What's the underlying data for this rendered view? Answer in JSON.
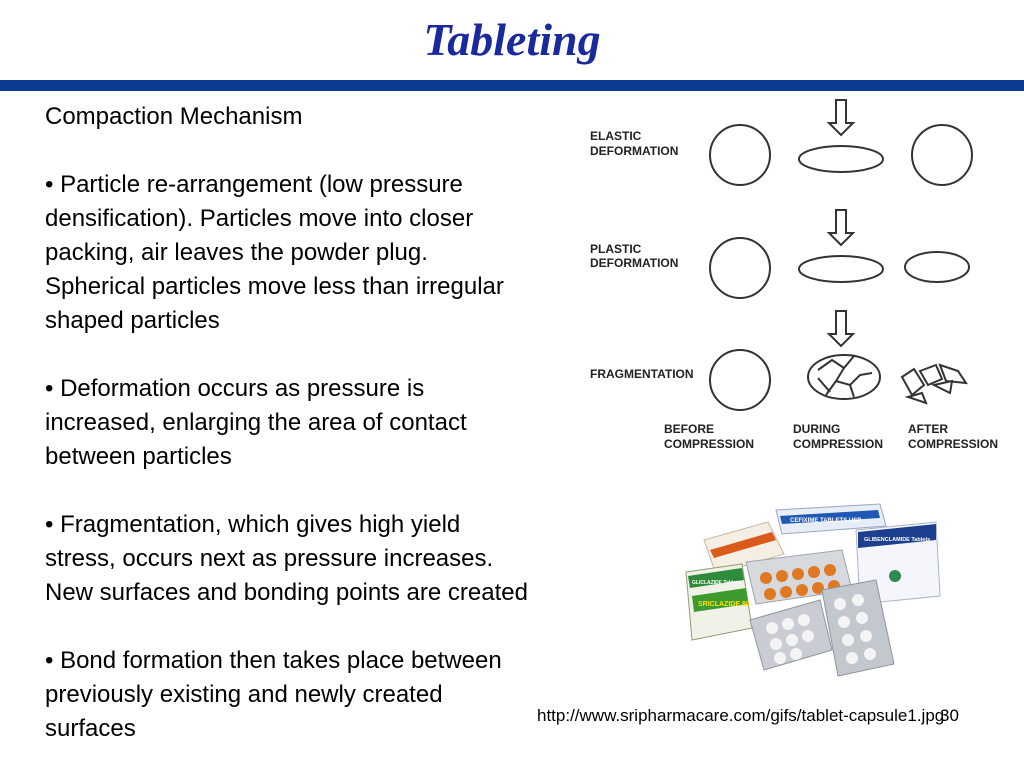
{
  "slide": {
    "title": "Tableting",
    "title_color": "#1a2a9c",
    "rule_color": "#0c3a92",
    "heading": "Compaction Mechanism",
    "bullets": [
      {
        "lines": [
          "• Particle re-arrangement (low pressure",
          "densification). Particles move into closer",
          "packing, air leaves the powder plug.",
          "Spherical particles move less than irregular",
          "shaped particles"
        ]
      },
      {
        "lines": [
          "• Deformation occurs as pressure is",
          "increased, enlarging the area of contact",
          "between particles"
        ]
      },
      {
        "lines": [
          "• Fragmentation, which gives high yield",
          "stress, occurs next as pressure increases.",
          "New surfaces and bonding points are created"
        ]
      },
      {
        "lines": [
          "• Bond formation then takes place between",
          "previously existing and newly created",
          "surfaces"
        ]
      }
    ],
    "source_url": "http://www.sripharmacare.com/gifs/tablet-capsule1.jpg",
    "page_number": "30"
  },
  "diagram": {
    "rows": [
      {
        "label_lines": [
          "ELASTIC",
          "DEFORMATION"
        ]
      },
      {
        "label_lines": [
          "PLASTIC",
          "DEFORMATION"
        ]
      },
      {
        "label_lines": [
          "FRAGMENTATION"
        ]
      }
    ],
    "columns": [
      {
        "label_lines": [
          "BEFORE",
          "COMPRESSION"
        ]
      },
      {
        "label_lines": [
          "DURING",
          "COMPRESSION"
        ]
      },
      {
        "label_lines": [
          "AFTER",
          "COMPRESSION"
        ]
      }
    ]
  },
  "photo": {
    "box_labels": [
      "CEFIXIME TABLETS USP",
      "GLIBENCLAMIDE Tablets",
      "GLICLAZIDE Tablets",
      "SRICLAZIDE 80"
    ],
    "pill_colors": {
      "orange": "#e07a22",
      "white": "#f4f4f4",
      "blister": "#c9ccd2"
    }
  }
}
